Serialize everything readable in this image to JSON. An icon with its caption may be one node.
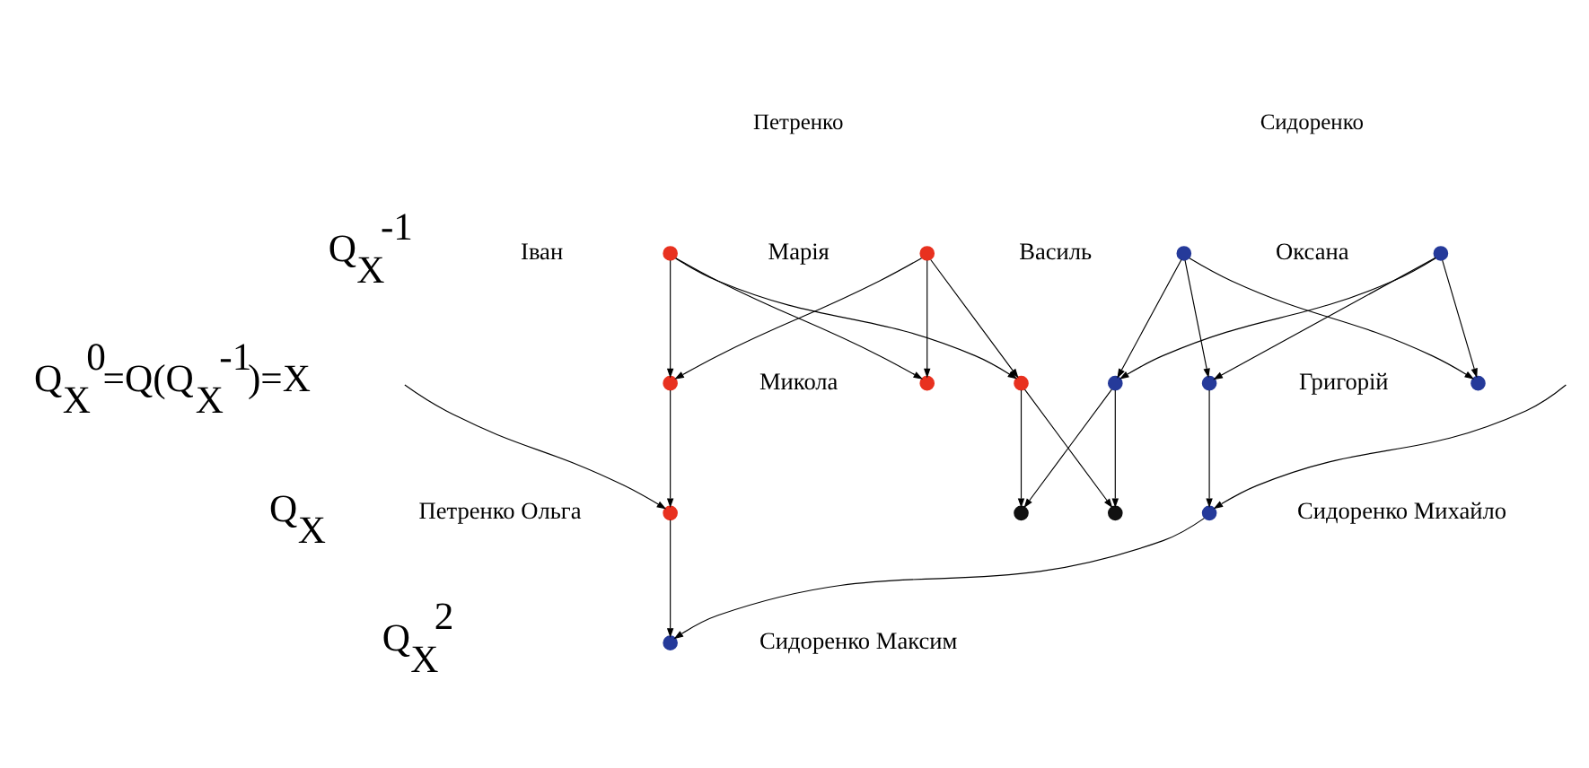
{
  "diagram": {
    "nodes": [
      {
        "text": [],
        "shape": "circle",
        "beside": [
          "Іван"
        ]
      },
      {
        "text": [],
        "shape": "circle",
        "beside": [
          "Марія"
        ]
      },
      {
        "text": [],
        "shape": "circle",
        "beside": [
          "Василь"
        ]
      },
      {
        "text": [],
        "shape": "circle",
        "beside": [
          "Оксана"
        ]
      },
      {
        "text": [],
        "shape": "circle",
        "beside": [
          "Микола"
        ]
      },
      {
        "text": [],
        "shape": "circle"
      },
      {
        "text": [],
        "shape": "circle"
      },
      {
        "text": [],
        "shape": "circle"
      },
      {
        "text": [],
        "shape": "circle",
        "beside": [
          "Григорій"
        ]
      },
      {
        "text": [],
        "shape": "circle"
      },
      {
        "text": [],
        "shape": "circle",
        "beside": [
          "Петренко Ольга"
        ]
      },
      {
        "text": [],
        "shape": "circle"
      },
      {
        "text": [],
        "shape": "circle"
      },
      {
        "text": [],
        "shape": "circle",
        "beside": [
          "Сидоренко Михайло"
        ]
      },
      {
        "text": [],
        "shape": "circle",
        "beside": [
          "Сидоренко Максим"
        ]
      }
    ],
    "edges": [
      {
        "from": 0,
        "to": 4,
        "arrow": "to"
      },
      {
        "from": 0,
        "to": 5,
        "arrow": "to"
      },
      {
        "from": 0,
        "to": 6,
        "arrow": "to"
      },
      {
        "from": 1,
        "to": 4,
        "arrow": "to"
      },
      {
        "from": 1,
        "to": 5,
        "arrow": "to"
      },
      {
        "from": 1,
        "to": 6,
        "arrow": "to"
      },
      {
        "from": 2,
        "to": 7,
        "arrow": "to"
      },
      {
        "from": 2,
        "to": 8,
        "arrow": "to"
      },
      {
        "from": 2,
        "to": 9,
        "arrow": "to"
      },
      {
        "from": 3,
        "to": 7,
        "arrow": "to"
      },
      {
        "from": 3,
        "to": 8,
        "arrow": "to"
      },
      {
        "from": 3,
        "to": 9,
        "arrow": "to"
      },
      {
        "from": 4,
        "to": 10,
        "arrow": "to"
      },
      {
        "from": 6,
        "to": 11,
        "arrow": "to"
      },
      {
        "from": 6,
        "to": 12,
        "arrow": "to"
      },
      {
        "from": 7,
        "to": 11,
        "arrow": "to"
      },
      {
        "from": 7,
        "to": 12,
        "arrow": "to"
      },
      {
        "from": 8,
        "to": 13,
        "arrow": "to"
      },
      {
        "from": null,
        "to": 10,
        "arrow": "to"
      },
      {
        "from": null,
        "to": 13,
        "arrow": "to"
      },
      {
        "from": 10,
        "to": 14,
        "arrow": "to"
      },
      {
        "from": 13,
        "to": 14,
        "arrow": "to"
      }
    ],
    "labels": [
      "Петренко",
      "Сидоренко",
      "Q$_{X}$$^{-1}$",
      "Q$_{X}$$^{0}$=Q(Q$_{X}$$^{-1}$)=X",
      "Q$_{X}$",
      "Q$_{X}$$^{2}$"
    ]
  }
}
